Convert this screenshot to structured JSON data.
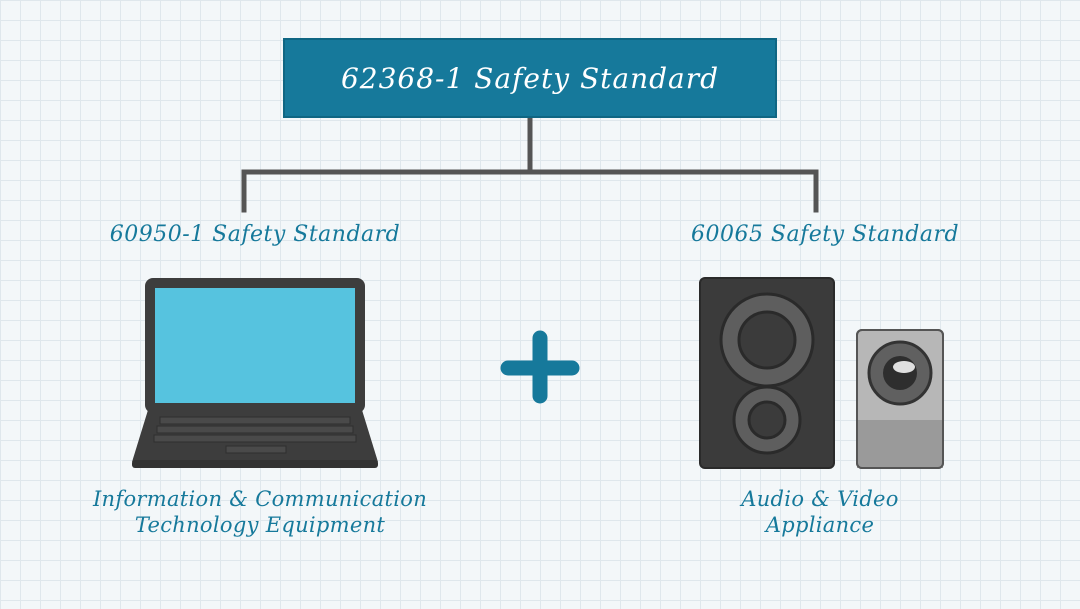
{
  "top": {
    "title": "62368-1 Safety Standard"
  },
  "left": {
    "standard": "60950-1 Safety Standard",
    "caption_line1": "Information & Communication",
    "caption_line2": "Technology Equipment"
  },
  "right": {
    "standard": "60065 Safety Standard",
    "caption_line1": "Audio & Video",
    "caption_line2": "Appliance"
  },
  "colors": {
    "accent": "#16799b",
    "connector": "#555555",
    "laptop_body": "#3d3d3d",
    "laptop_screen": "#56c3df",
    "speaker": "#3b3b3b"
  },
  "icons": {
    "left_device": "laptop-icon",
    "middle": "plus-icon",
    "right_device": "speaker-icon"
  }
}
